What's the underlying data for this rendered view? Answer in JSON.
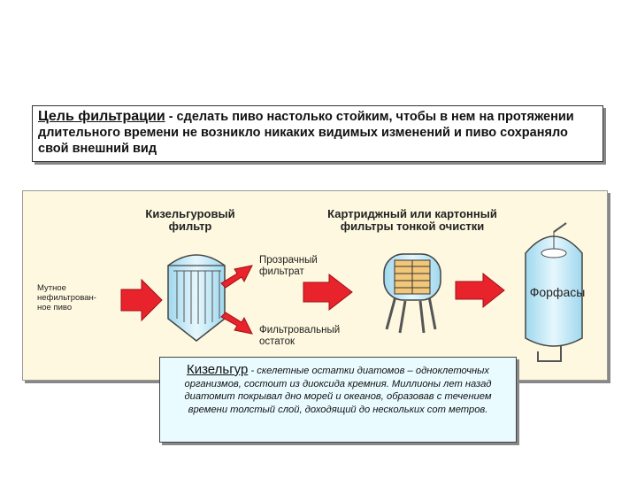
{
  "goal": {
    "title": "Цель фильтрации",
    "text": " - сделать пиво настолько стойким, чтобы в нем на протяжении длительного времени не возникло никаких видимых изменений и пиво сохраняло свой внешний вид"
  },
  "diagram": {
    "input_label": "Мутное нефильтрован-ное пиво",
    "kieselguhr_filter_label": "Кизельгуровый фильтр",
    "clear_filtrate_label": "Прозрачный фильтрат",
    "residue_label": "Фильтровальный остаток",
    "cartridge_filter_label": "Картриджный или картонный фильтры тонкой очистки",
    "tank_label": "Форфасы"
  },
  "info": {
    "term": "Кизельгур",
    "text": "- скелетные остатки диатомов – одноклеточных организмов, состоит из диоксида кремния. Миллионы лет назад диатомит покрывал дно морей и океанов, образовав с течением времени толстый слой, доходящий до нескольких сот метров."
  },
  "colors": {
    "arrow": "#e8232b",
    "vessel": "#c8ecf8",
    "panel": "#fdf8df",
    "info_bg": "#e9fbff"
  }
}
